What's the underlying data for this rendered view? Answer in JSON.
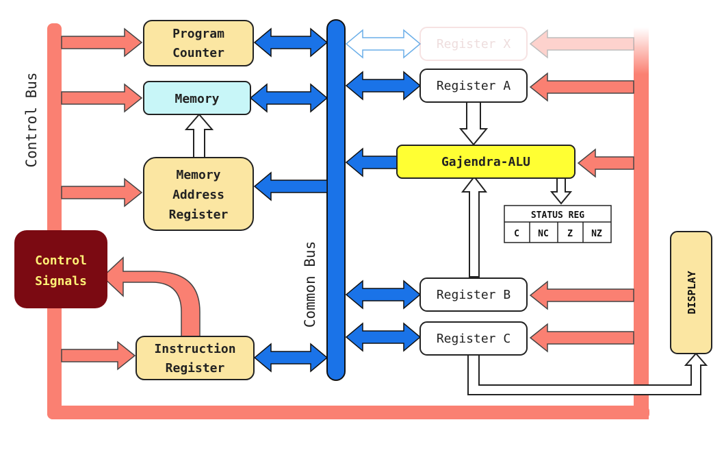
{
  "labels": {
    "control_bus": "Control Bus",
    "common_bus": "Common Bus",
    "program_counter_line1": "Program",
    "program_counter_line2": "Counter",
    "memory": "Memory",
    "mar_line1": "Memory",
    "mar_line2": "Address",
    "mar_line3": "Register",
    "control_signals_line1": "Control",
    "control_signals_line2": "Signals",
    "instruction_register_line1": "Instruction",
    "instruction_register_line2": "Register",
    "register_x": "Register X",
    "register_a": "Register A",
    "alu": "Gajendra-ALU",
    "status_reg": "STATUS REG",
    "flags": [
      "C",
      "NC",
      "Z",
      "NZ"
    ],
    "register_b": "Register B",
    "register_c": "Register C",
    "display": "DISPLAY"
  },
  "colors": {
    "control_bus": "#fa8072",
    "common_bus": "#1a73e8",
    "yellow_box": "#fbe6a2",
    "memory_box": "#c8f6f8",
    "alu_box": "#ffff33",
    "control_signals_box": "#7b0a12",
    "control_signals_text": "#fff176"
  }
}
